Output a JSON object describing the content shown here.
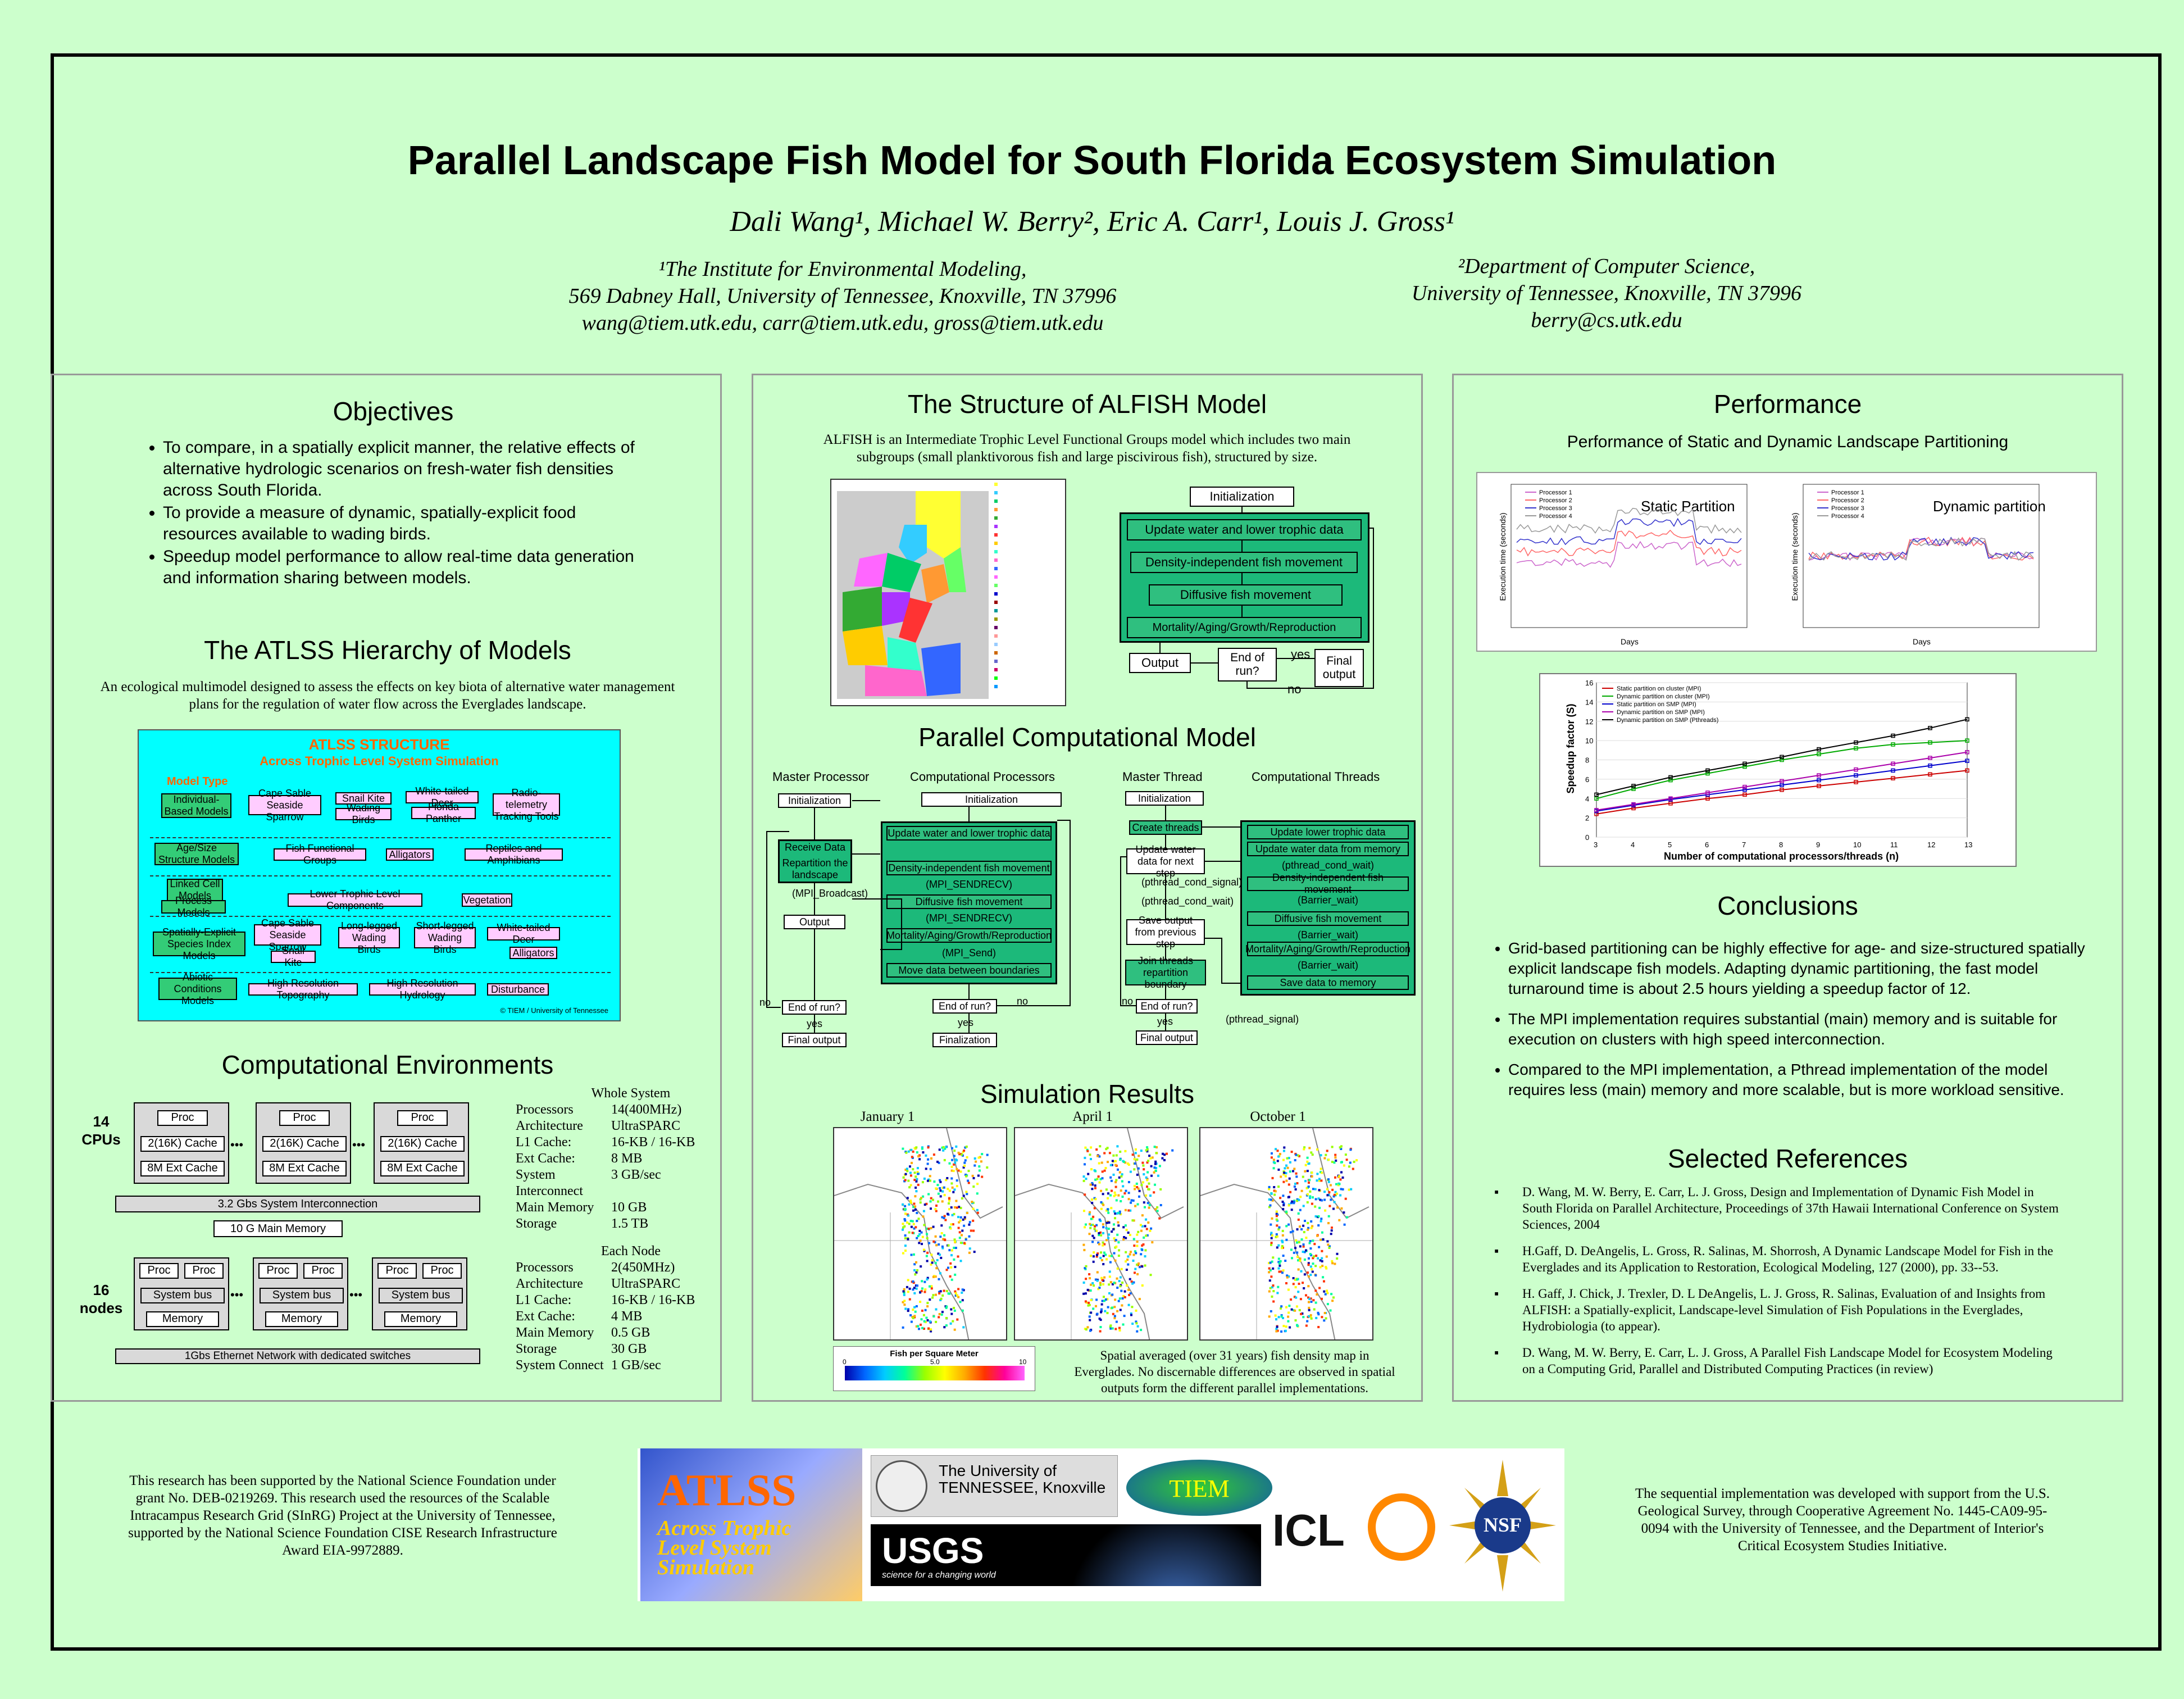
{
  "title": "Parallel Landscape Fish Model for South Florida Ecosystem Simulation",
  "authors": "Dali Wang¹,   Michael W. Berry²,    Eric A. Carr¹,   Louis J. Gross¹",
  "affil1": [
    "¹The Institute for Environmental Modeling,",
    "569 Dabney Hall, University of Tennessee, Knoxville, TN 37996",
    "wang@tiem.utk.edu, carr@tiem.utk.edu, gross@tiem.utk.edu"
  ],
  "affil2": [
    "²Department of Computer Science,",
    "University of Tennessee, Knoxville, TN 37996",
    "berry@cs.utk.edu"
  ],
  "left": {
    "objectives_title": "Objectives",
    "objectives": [
      "To compare, in a spatially explicit manner, the relative effects of alternative hydrologic scenarios on fresh-water fish densities across South Florida.",
      "To provide a measure of dynamic, spatially-explicit food resources available to wading birds.",
      "Speedup model performance to allow real-time data generation and information sharing between models."
    ],
    "atlss_title": "The ATLSS Hierarchy of Models",
    "atlss_desc": "An ecological multimodel designed to assess the effects on key biota of alternative water management plans for the regulation of water flow across the Everglades landscape.",
    "atlss_box": {
      "title": "ATLSS STRUCTURE",
      "subtitle": "Across Trophic Level System Simulation",
      "model_type": "Model Type",
      "rows": [
        {
          "type": "Individual-Based Models",
          "items": [
            "Cape Sable Seaside Sparrow",
            "Snail Kite",
            "Wading Birds",
            "White-tailed Deer",
            "Florida Panther",
            "Radio-telemetry Tracking Tools"
          ]
        },
        {
          "type": "Age/Size Structure Models",
          "items": [
            "Fish Functional Groups",
            "Alligators",
            "Reptiles and Amphibians"
          ]
        },
        {
          "type": "Linked Cell Models",
          "items": []
        },
        {
          "type": "Process Models",
          "items": [
            "Lower Trophic Level Components",
            "Vegetation"
          ]
        },
        {
          "type": "Spatially-Explicit Species Index Models",
          "items": [
            "Cape Sable Seaside Sparrow",
            "Snail Kite",
            "Long-legged Wading Birds",
            "Short-legged Wading Birds",
            "White-tailed Deer",
            "Alligators"
          ]
        },
        {
          "type": "Abiotic Conditions Models",
          "items": [
            "High Resolution Topography",
            "High Resolution Hydrology",
            "Disturbance"
          ]
        }
      ],
      "copyright": "© TIEM / University of Tennessee"
    },
    "comp_title": "Computational Environments",
    "cpus_label": "14 CPUs",
    "nodes_label": "16 nodes",
    "hw": {
      "proc": "Proc",
      "cache": "2(16K) Cache",
      "extcache": "8M Ext Cache",
      "sysbus": "System bus",
      "memory": "Memory",
      "dots": "•••",
      "interconnect": "3.2 Gbs System Interconnection",
      "mainmem": "10 G Main Memory",
      "ethernet": "1Gbs Ethernet Network with dedicated switches"
    },
    "whole_system": {
      "title": "Whole System",
      "rows": [
        [
          "Processors",
          "14(400MHz)"
        ],
        [
          "Architecture",
          "UltraSPARC"
        ],
        [
          "L1 Cache:",
          "16-KB / 16-KB"
        ],
        [
          "Ext Cache:",
          "8 MB"
        ],
        [
          "System Interconnect",
          "3 GB/sec"
        ],
        [
          "Main Memory",
          "10 GB"
        ],
        [
          "Storage",
          "1.5 TB"
        ]
      ]
    },
    "each_node": {
      "title": "Each Node",
      "rows": [
        [
          "Processors",
          "2(450MHz)"
        ],
        [
          "Architecture",
          "UltraSPARC"
        ],
        [
          "L1 Cache:",
          "16-KB / 16-KB"
        ],
        [
          "Ext Cache:",
          "4 MB"
        ],
        [
          "Main Memory",
          "0.5 GB"
        ],
        [
          "Storage",
          "30 GB"
        ],
        [
          "System Connect",
          "1 GB/sec"
        ]
      ]
    }
  },
  "middle": {
    "structure_title": "The Structure of ALFISH Model",
    "structure_desc": "ALFISH is an Intermediate Trophic Level Functional Groups model which includes two main subgroups (small planktivorous fish and large piscivirous fish), structured by size.",
    "flow": {
      "init": "Initialization",
      "update": "Update water and lower trophic data",
      "density": "Density-independent fish movement",
      "diffusive": "Diffusive fish movement",
      "mortality": "Mortality/Aging/Growth/Reproduction",
      "output": "Output",
      "endrun": "End of run?",
      "yes": "yes",
      "no": "no",
      "final": "Final output"
    },
    "parallel_title": "Parallel Computational Model",
    "master_proc": "Master Processor",
    "comp_procs": "Computational Processors",
    "master_thread": "Master Thread",
    "comp_threads": "Computational Threads",
    "mpi": {
      "init": "Initialization",
      "receive": "Receive Data",
      "repartition": "Repartition the landscape",
      "bcast": "(MPI_Broadcast)",
      "output": "Output",
      "endrun": "End of run?",
      "yes": "yes",
      "no": "no",
      "final": "Final output",
      "c_init": "Initialization",
      "c_update": "Update water and lower trophic data",
      "c_density": "Density-independent fish movement",
      "c_sendrecv1": "(MPI_SENDRECV)",
      "c_diffusive": "Diffusive fish movement",
      "c_sendrecv2": "(MPI_SENDRECV)",
      "c_mortality": "Mortality/Aging/Growth/Reproduction",
      "c_send": "(MPI_Send)",
      "c_move": "Move data between boundaries",
      "c_endrun": "End of run?",
      "c_yes": "yes",
      "c_final": "Finalization",
      "c_no": "no"
    },
    "pth": {
      "init": "Initialization",
      "create": "Create threads",
      "update": "Update water data for next step",
      "signal": "(pthread_cond_signal)",
      "wait": "(pthread_cond_wait)",
      "save": "Save output from previous step",
      "join": "Join threads repartition boundary",
      "endrun": "End of run?",
      "yes": "yes",
      "no": "no",
      "final": "Final output",
      "t_update": "Update lower trophic data",
      "t_update2": "Update water data from memory",
      "t_wait1": "(pthread_cond_wait)",
      "t_density": "Density-independent fish movement",
      "t_barrier1": "(Barrier_wait)",
      "t_diffusive": "Diffusive fish movement",
      "t_barrier2": "(Barrier_wait)",
      "t_mortality": "Mortality/Aging/Growth/Reproduction",
      "t_barrier3": "(Barrier_wait)",
      "t_save": "Save data to memory",
      "t_signal": "(pthread_signal)"
    },
    "sim_title": "Simulation Results",
    "sim_months": [
      "January 1",
      "April 1",
      "October 1"
    ],
    "legend_title": "Fish per Square Meter",
    "legend_min": "0",
    "legend_mid": "5.0",
    "legend_max": "10",
    "sim_desc": "Spatial averaged (over 31 years) fish density map in Everglades. No discernable differences are observed in spatial outputs form the different parallel implementations."
  },
  "right": {
    "perf_title": "Performance",
    "perf_sub": "Performance of Static and Dynamic Landscape Partitioning",
    "static_label": "Static Partition",
    "dynamic_label": "Dynamic partition",
    "conclusions_title": "Conclusions",
    "conclusions": [
      "Grid-based partitioning can be highly effective for age- and size-structured spatially explicit landscape fish models. Adapting dynamic partitioning, the fast model turnaround time is about 2.5 hours yielding a speedup factor of 12.",
      "The MPI implementation requires substantial (main) memory and is suitable for execution on clusters with high speed interconnection.",
      "Compared to the MPI implementation,  a Pthread implementation of the model requires less (main) memory and more scalable, but is more workload sensitive."
    ],
    "refs_title": "Selected References",
    "refs": [
      "D. Wang, M. W. Berry, E. Carr, L. J. Gross, Design and Implementation of Dynamic Fish Model in South Florida on Parallel Architecture, Proceedings of 37th Hawaii International Conference on System Sciences, 2004",
      "H.Gaff, D. DeAngelis, L. Gross, R. Salinas, M. Shorrosh, A Dynamic Landscape Model for Fish in the Everglades and its Application to Restoration, Ecological Modeling, 127 (2000), pp. 33--53.",
      "H. Gaff, J. Chick, J. Trexler, D. L DeAngelis, L. J. Gross, R. Salinas, Evaluation of and Insights from ALFISH: a Spatially-explicit, Landscape-level Simulation of Fish Populations in the Everglades, Hydrobiologia (to appear).",
      "D. Wang, M. W. Berry, E. Carr, L. J. Gross, A Parallel Fish Landscape Model for Ecosystem Modeling on a Computing Grid, Parallel and Distributed Computing Practices (in review)"
    ]
  },
  "footer": {
    "left": "This research has been supported by the National Science Foundation under grant No. DEB-0219269. This research used the resources of the Scalable Intracampus Research Grid (SInRG) Project at the University of Tennessee, supported by the National Science Foundation CISE Research Infrastructure Award EIA-9972889.",
    "right": "The sequential implementation was developed with support from the U.S. Geological Survey, through Cooperative Agreement No. 1445-CA09-95-0094 with the University of Tennessee, and the Department of Interior's Critical Ecosystem Studies Initiative.",
    "logo_atlss": "ATLSS",
    "logo_atlss_sub": "Across Trophic Level System Simulation",
    "logo_ut": "The University of TENNESSEE, Knoxville",
    "logo_tiem": "TIEM",
    "logo_usgs": "USGS",
    "logo_usgs_sub": "science for a changing world",
    "logo_icl": "ICL",
    "logo_nsf": "NSF"
  },
  "chart_data": [
    {
      "type": "line",
      "title": "",
      "panel": "Static Partition",
      "xlabel": "Days",
      "ylabel": "Execution time (seconds)",
      "ylim": [
        0,
        25
      ],
      "xlim": [
        0,
        365
      ],
      "series": [
        {
          "name": "Processor 1"
        },
        {
          "name": "Processor 2"
        },
        {
          "name": "Processor 3"
        },
        {
          "name": "Processor 4"
        }
      ]
    },
    {
      "type": "line",
      "title": "",
      "panel": "Dynamic partition",
      "xlabel": "Days",
      "ylabel": "Execution time (seconds)",
      "ylim": [
        0,
        20
      ],
      "xlim": [
        0,
        365
      ],
      "series": [
        {
          "name": "Processor 1"
        },
        {
          "name": "Processor 2"
        },
        {
          "name": "Processor 3"
        },
        {
          "name": "Processor 4"
        }
      ]
    },
    {
      "type": "line",
      "title": "",
      "xlabel": "Number of computational processors/threads (n)",
      "ylabel": "Speedup factor (S)",
      "x": [
        3,
        4,
        5,
        6,
        7,
        8,
        9,
        10,
        11,
        12,
        13
      ],
      "ylim": [
        0,
        16
      ],
      "series": [
        {
          "name": "Static partition on cluster (MPI)",
          "color": "#cc0000",
          "values": [
            2.4,
            3.0,
            3.5,
            4.0,
            4.4,
            4.9,
            5.3,
            5.7,
            6.1,
            6.5,
            6.9
          ]
        },
        {
          "name": "Dynamic partition on cluster (MPI)",
          "color": "#00aa00",
          "values": [
            4.0,
            5.0,
            5.9,
            6.6,
            7.3,
            8.0,
            8.6,
            9.2,
            9.6,
            9.8,
            10.0
          ]
        },
        {
          "name": "Static partition on SMP (MPI)",
          "color": "#0000cc",
          "values": [
            2.7,
            3.3,
            3.9,
            4.4,
            4.9,
            5.4,
            5.9,
            6.4,
            6.9,
            7.4,
            7.9
          ]
        },
        {
          "name": "Dynamic partition on SMP (MPI)",
          "color": "#aa00aa",
          "values": [
            2.8,
            3.4,
            4.0,
            4.6,
            5.2,
            5.8,
            6.4,
            7.0,
            7.6,
            8.2,
            8.8
          ]
        },
        {
          "name": "Dynamic partition on SMP (Pthreads)",
          "color": "#000000",
          "values": [
            4.4,
            5.3,
            6.2,
            6.9,
            7.6,
            8.3,
            9.1,
            9.8,
            10.5,
            11.3,
            12.2
          ]
        }
      ]
    }
  ]
}
